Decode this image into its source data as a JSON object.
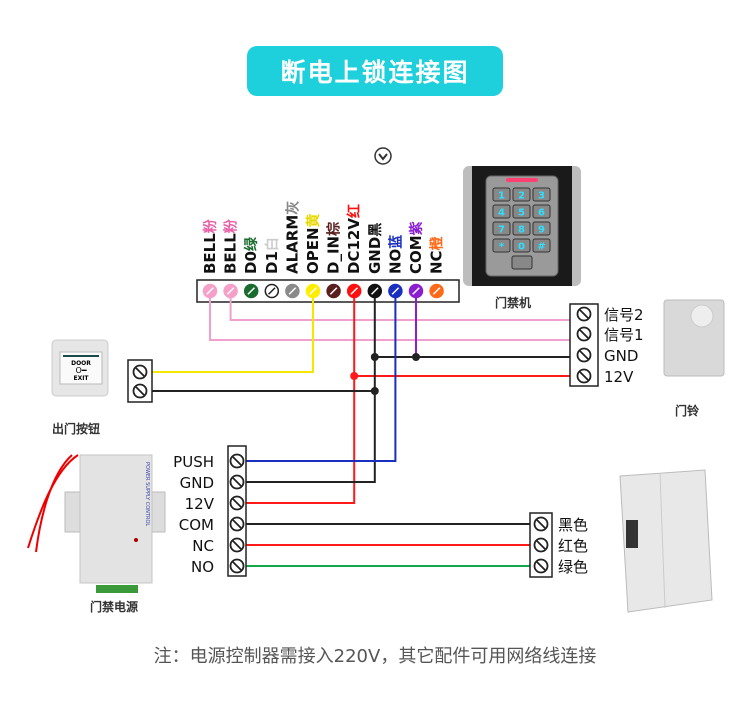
{
  "title": "断电上锁连接图",
  "note": "注：电源控制器需接入220V，其它配件可用网络线连接",
  "controller": {
    "terminals": [
      {
        "name": "BELL",
        "color_label": "粉",
        "color": "#f5a0c8"
      },
      {
        "name": "BELL",
        "color_label": "粉",
        "color": "#f5a0c8"
      },
      {
        "name": "D0",
        "color_label": "绿",
        "color": "#1a6b2e"
      },
      {
        "name": "D1",
        "color_label": "白",
        "color": "#ffffff"
      },
      {
        "name": "ALARM",
        "color_label": "灰",
        "color": "#8a8a8a"
      },
      {
        "name": "OPEN",
        "color_label": "黄",
        "color": "#ffee00"
      },
      {
        "name": "D_IN",
        "color_label": "棕",
        "color": "#5a2020"
      },
      {
        "name": "DC12V",
        "color_label": "红",
        "color": "#ff1010"
      },
      {
        "name": "GND",
        "color_label": "黑",
        "color": "#111111"
      },
      {
        "name": "NO",
        "color_label": "蓝",
        "color": "#1a2ec0"
      },
      {
        "name": "COM",
        "color_label": "紫",
        "color": "#8a1ed0"
      },
      {
        "name": "NC",
        "color_label": "橙",
        "color": "#ff6a1a"
      }
    ],
    "label_colors": {
      "粉": "#e860a8",
      "绿": "#1a6b2e",
      "白": "#cccccc",
      "灰": "#888888",
      "黄": "#e8d800",
      "棕": "#5a2020",
      "红": "#ff1010",
      "黑": "#111111",
      "蓝": "#1a2ec0",
      "紫": "#8a1ed0",
      "橙": "#ff6a1a"
    }
  },
  "devices": {
    "keypad_caption": "门禁机",
    "keypad_keys": [
      "1",
      "2",
      "3",
      "4",
      "5",
      "6",
      "7",
      "8",
      "9",
      "*",
      "0",
      "#"
    ],
    "bell_caption": "门铃",
    "exit_button_caption": "出门按钮",
    "exit_button_text": [
      "DOOR",
      "EXIT"
    ],
    "power_supply_caption": "门禁电源",
    "power_supply_label": "POWER SUPPLY CONTROL"
  },
  "bell_terminals": [
    "信号2",
    "信号1",
    "GND",
    "12V"
  ],
  "power_terminals": [
    "PUSH",
    "GND",
    "12V",
    "COM",
    "NC",
    "NO"
  ],
  "lock_terminals": [
    "黑色",
    "红色",
    "绿色"
  ],
  "wire_colors": {
    "pink": "#f0a0cc",
    "yellow": "#f5e800",
    "red": "#ff1a1a",
    "black": "#222222",
    "blue": "#1a2ec0",
    "purple": "#8a1ed0",
    "green": "#12a84a"
  },
  "accent": "#1ecfdc",
  "scroll_hint_icon": "chevron-down-circle-icon"
}
